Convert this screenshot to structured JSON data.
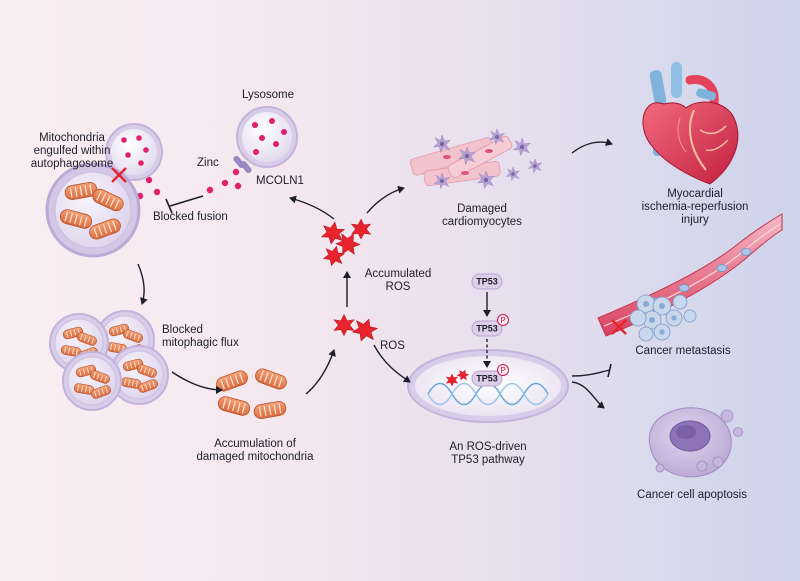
{
  "colors": {
    "pink": "#e0206a",
    "ros_red": "#e8232d",
    "mito_orange": "#e8885a",
    "membrane_purple": "#b9a8d4",
    "arrow": "#1e1e2a"
  },
  "labels": {
    "lysosome": "Lysosome",
    "mitochondria_engulfed": [
      "Mitochondria",
      "engulfed within",
      "autophagosome"
    ],
    "zinc": "Zinc",
    "mcoln1": "MCOLN1",
    "blocked_fusion": "Blocked fusion",
    "blocked_flux": [
      "Blocked",
      "mitophagic flux"
    ],
    "accumulation": [
      "Accumulation of",
      "damaged mitochondria"
    ],
    "ros": "ROS",
    "accumulated_ros": [
      "Accumulated",
      "ROS"
    ],
    "damaged_cardiomyocytes": [
      "Damaged",
      "cardiomyocytes"
    ],
    "myocardial_injury": [
      "Myocardial",
      "ischemia-reperfusion",
      "injury"
    ],
    "tp53": "TP53",
    "phospho": "P",
    "ros_tp53_pathway": [
      "An ROS-driven",
      "TP53 pathway"
    ],
    "cancer_metastasis": "Cancer metastasis",
    "cancer_apoptosis": "Cancer cell apoptosis"
  },
  "icons": [
    "lysosome-icon",
    "autophagosome-icon",
    "mitochondrion-icon",
    "ros-star-icon",
    "cardiomyocyte-icon",
    "heart-icon",
    "blood-vessel-icon",
    "cell-nucleus-icon",
    "dna-icon",
    "apoptotic-cell-icon",
    "inhibition-cross-icon"
  ]
}
